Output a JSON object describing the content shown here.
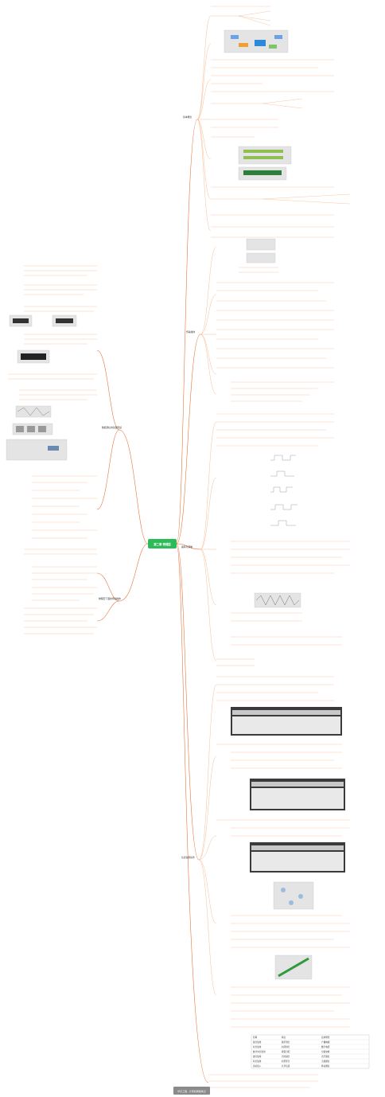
{
  "center": {
    "label": "第二章 物理层"
  },
  "footer": {
    "label": "华东工程 · 计算机网络笔记"
  },
  "branches": {
    "right_top": "基本概念",
    "right_mid1": "传输媒体",
    "right_mid2": "编码与调制",
    "right_bottom": "信道复用技术",
    "left_main": "数据通信的基础知识",
    "left_sub": "物理层下面的传输媒体"
  },
  "colors": {
    "center": "#2dbb5a",
    "link": "#e8743b",
    "emphasis_red": "#d0021b",
    "emphasis_blue": "#1f5fbf",
    "emphasis_green": "#1a8f3a",
    "emphasis_purple": "#b0179a"
  },
  "table": {
    "headers": [
      "名称",
      "特点",
      "应用场景"
    ],
    "rows": [
      [
        "频分复用",
        "频带划分",
        "广播电视"
      ],
      [
        "时分复用",
        "时间划分",
        "数字电话"
      ],
      [
        "统计时分复用",
        "按需分配",
        "分组交换"
      ],
      [
        "波分复用",
        "光的频分",
        "光纤通信"
      ],
      [
        "码分复用",
        "码型区分",
        "无线通信"
      ],
      [
        "多址接入",
        "共享信道",
        "移动通信"
      ]
    ]
  }
}
